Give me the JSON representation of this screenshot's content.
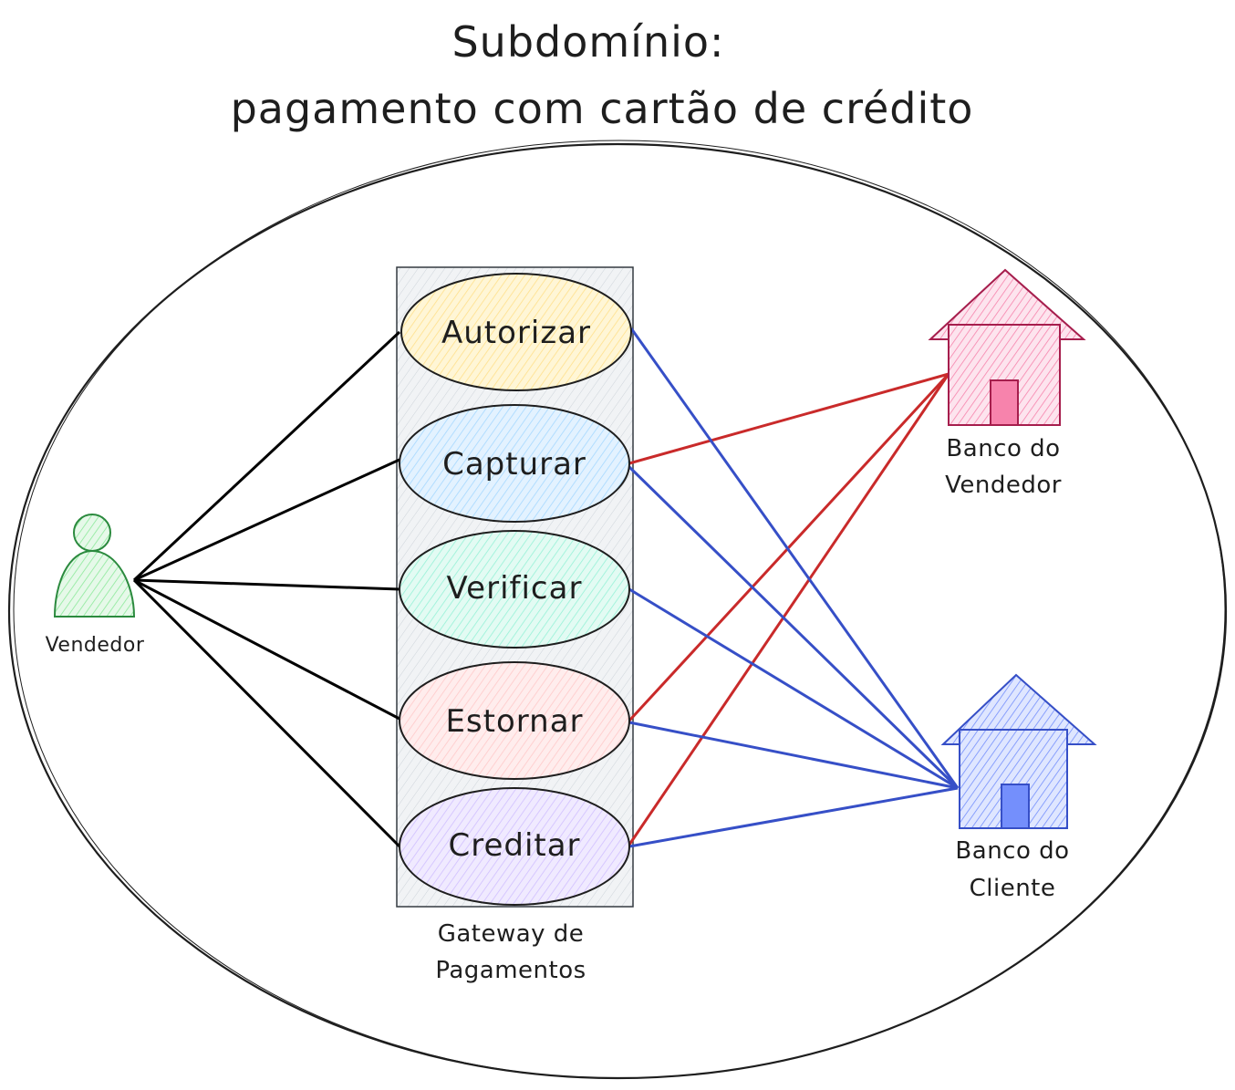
{
  "title": {
    "line1": "Subdomínio:",
    "line2": "pagamento com cartão de crédito"
  },
  "actor": {
    "label": "Vendedor",
    "color": "#b2f2bb"
  },
  "system": {
    "label_line1": "Gateway de",
    "label_line2": "Pagamentos",
    "fill": "#e9ecef"
  },
  "use_cases": [
    {
      "id": "autorizar",
      "label": "Autorizar",
      "color": "#ffec99"
    },
    {
      "id": "capturar",
      "label": "Capturar",
      "color": "#a5d8ff"
    },
    {
      "id": "verificar",
      "label": "Verificar",
      "color": "#96f2d7"
    },
    {
      "id": "estornar",
      "label": "Estornar",
      "color": "#ffc9c9"
    },
    {
      "id": "creditar",
      "label": "Creditar",
      "color": "#d0bfff"
    }
  ],
  "banks": [
    {
      "id": "vendedor",
      "label_line1": "Banco do",
      "label_line2": "Vendedor",
      "color": "#fcc2d7"
    },
    {
      "id": "cliente",
      "label_line1": "Banco do",
      "label_line2": "Cliente",
      "color": "#91a7ff"
    }
  ],
  "connections": {
    "actor_to": [
      "autorizar",
      "capturar",
      "verificar",
      "estornar",
      "creditar"
    ],
    "to_banco_vendedor": [
      "capturar",
      "estornar",
      "creditar"
    ],
    "to_banco_cliente": [
      "autorizar",
      "capturar",
      "verificar",
      "estornar",
      "creditar"
    ]
  },
  "line_colors": {
    "actor": "#000000",
    "banco_vendedor": "#c92a2a",
    "banco_cliente": "#364fc7"
  }
}
